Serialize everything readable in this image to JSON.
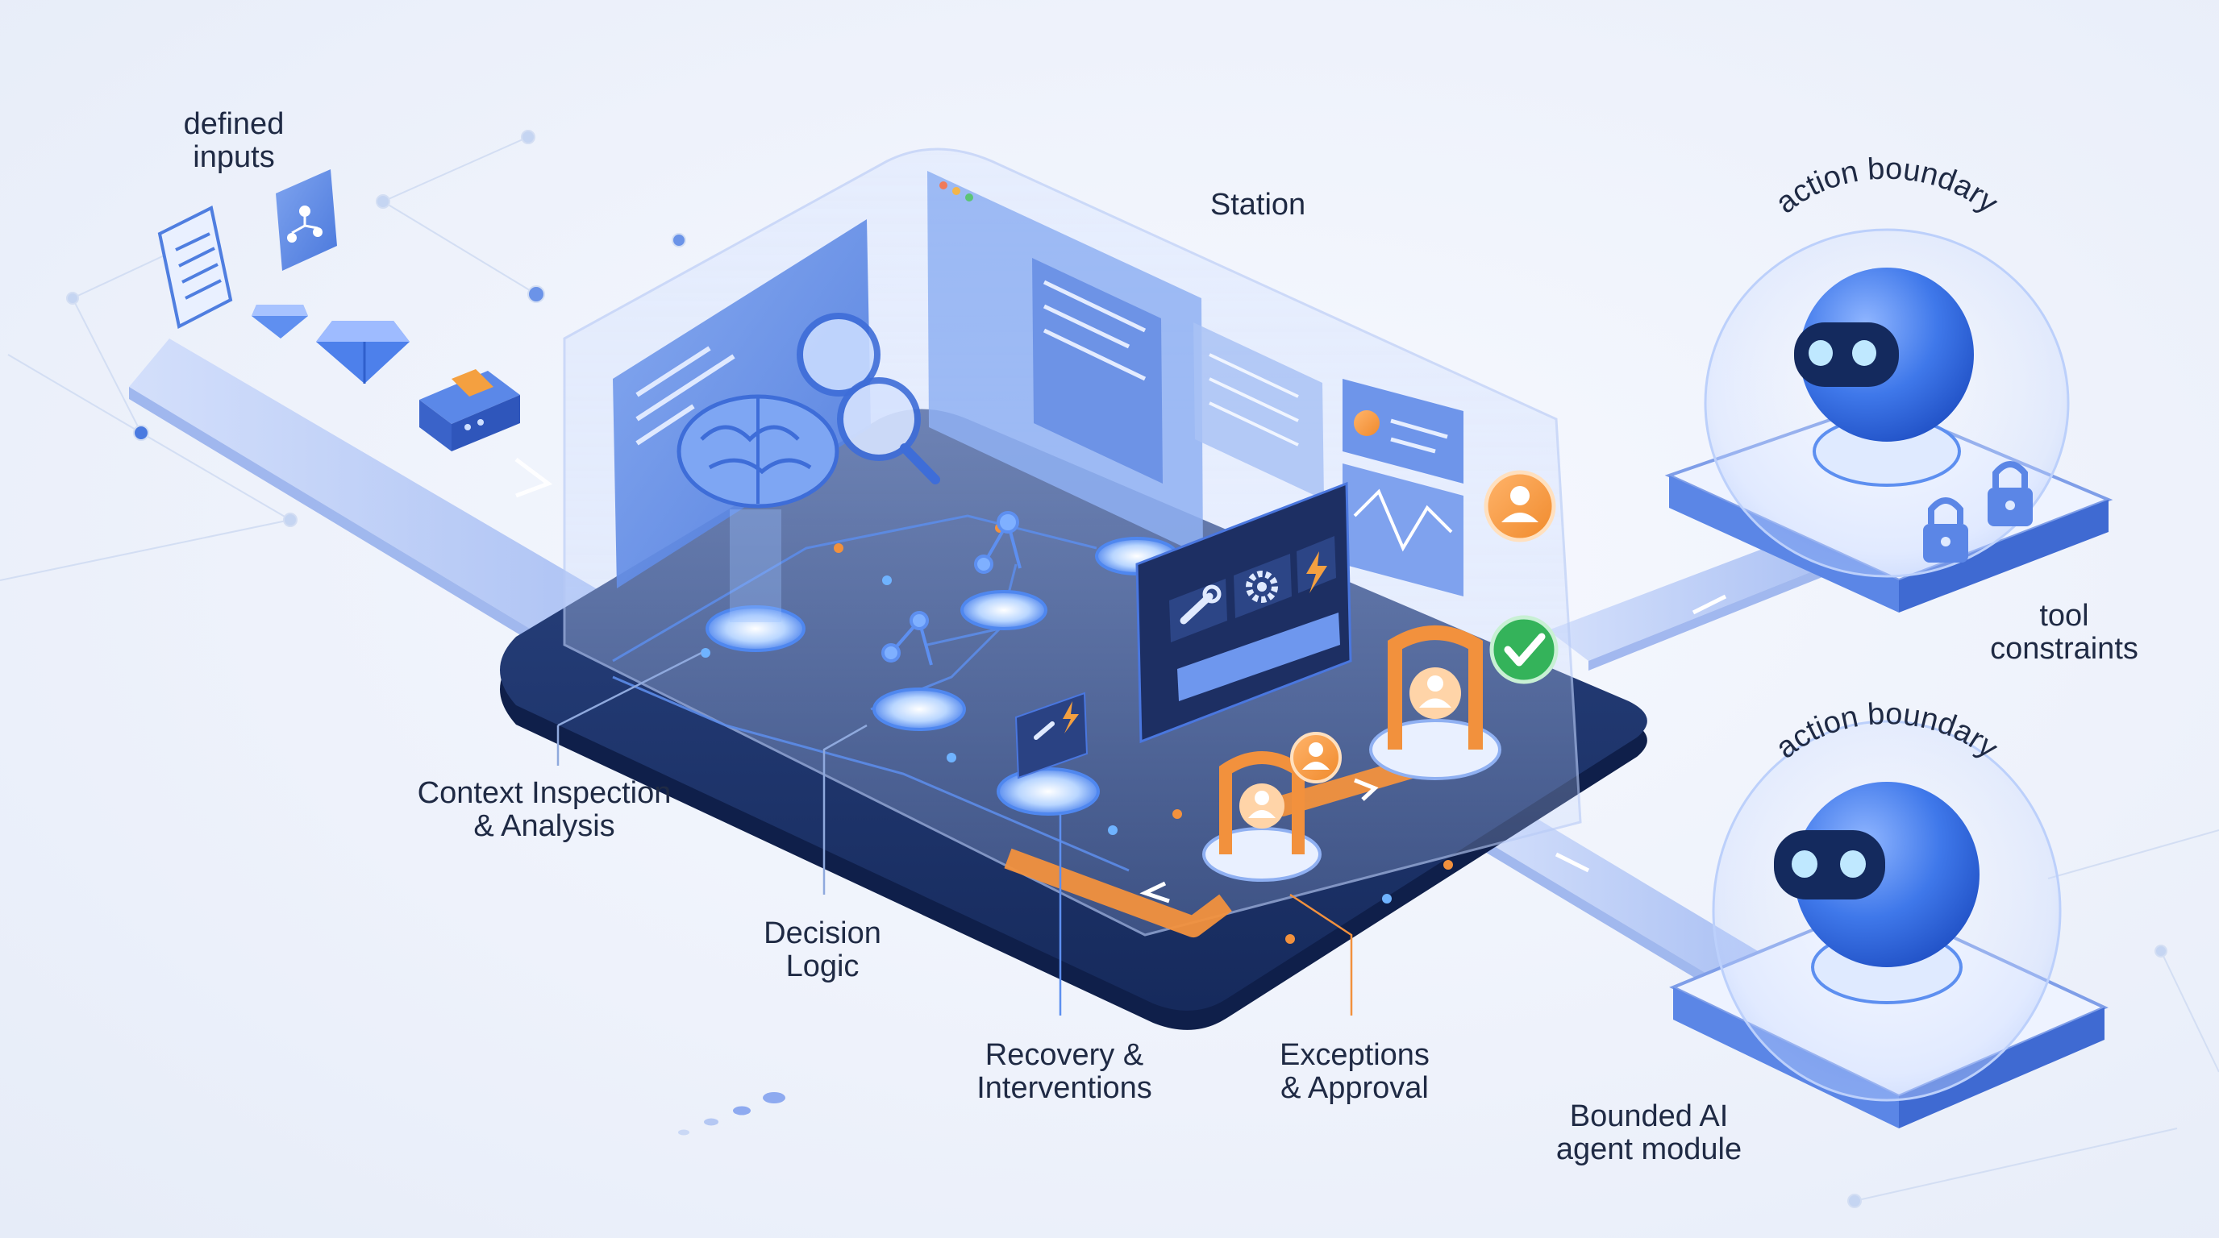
{
  "labels": {
    "defined_inputs": [
      "defined",
      "inputs"
    ],
    "station": "Station",
    "action_boundary_top": "action boundary",
    "action_boundary_bottom": "action boundary",
    "tool_constraints": [
      "tool",
      "constraints"
    ],
    "context_inspection": [
      "Context Inspection",
      "& Analysis"
    ],
    "decision_logic": [
      "Decision",
      "Logic"
    ],
    "recovery": [
      "Recovery &",
      "Interventions"
    ],
    "exceptions": [
      "Exceptions",
      "& Approval"
    ],
    "bounded_agent": [
      "Bounded AI",
      "agent module"
    ]
  },
  "icons": [
    "document-icon",
    "flowchart-card-icon",
    "gem-icon",
    "gem-icon",
    "input-box-icon",
    "brain-icon",
    "magnifier-icon",
    "wrench-icon",
    "gear-icon",
    "lightning-icon",
    "person-icon",
    "checkmark-icon",
    "robot-icon",
    "robot-icon",
    "lock-icon",
    "lock-icon"
  ],
  "colors": {
    "accent_blue": "#3b6fe0",
    "platform_navy": "#1f3368",
    "accent_orange": "#f2913d",
    "success_green": "#34b35a",
    "text": "#1f2a44"
  }
}
